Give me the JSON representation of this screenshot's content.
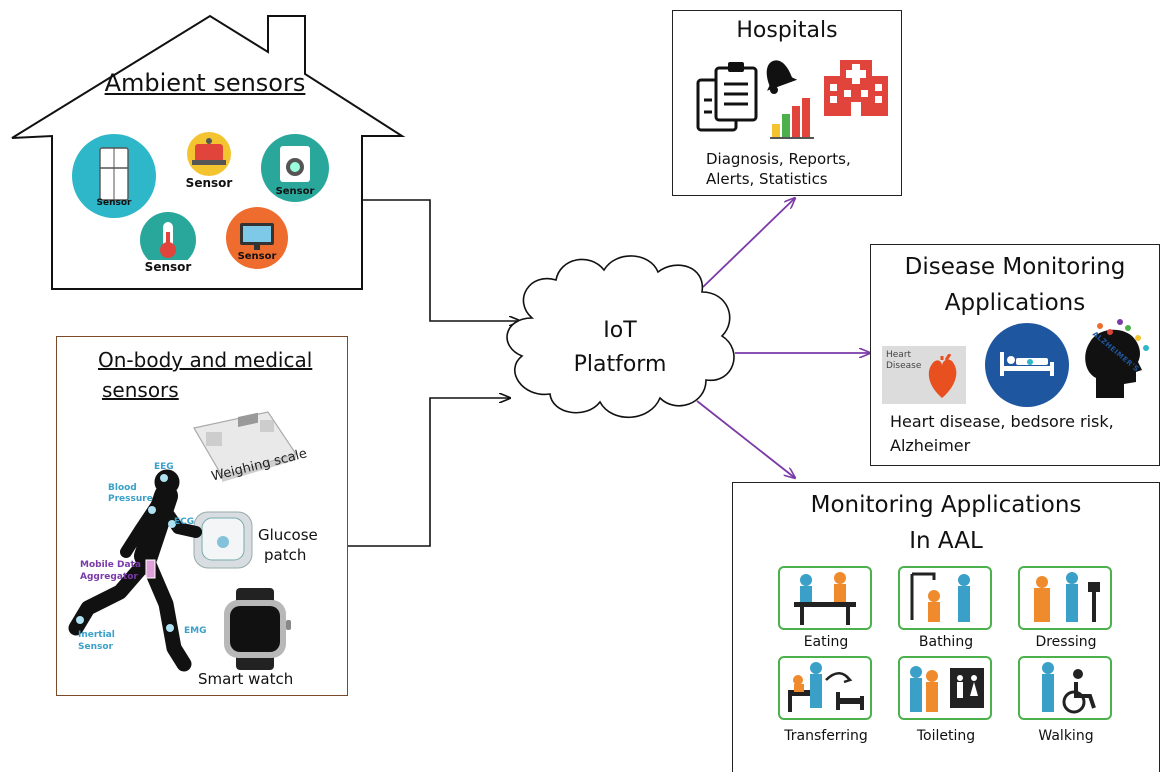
{
  "ambient": {
    "title": "Ambient sensors",
    "sensor_label": "Sensor",
    "sensors": [
      {
        "icon": "fridge-icon",
        "color": "#2db7c9"
      },
      {
        "icon": "alarm-bell-icon",
        "color": "#f4c430"
      },
      {
        "icon": "washing-machine-icon",
        "color": "#2aa79b"
      },
      {
        "icon": "thermometer-icon",
        "color": "#2aa79b"
      },
      {
        "icon": "monitor-icon",
        "color": "#ef6c2f"
      }
    ]
  },
  "onbody": {
    "title_line1": "On-body and medical",
    "title_line2": "sensors",
    "weighing_scale": "Weighing scale",
    "glucose_line1": "Glucose",
    "glucose_line2": "patch",
    "smart_watch": "Smart watch",
    "body_labels": {
      "eeg": "EEG",
      "blood1": "Blood",
      "blood2": "Pressure",
      "ecg": "ECG",
      "mobile1": "Mobile Data",
      "mobile2": "Aggregator",
      "inertial1": "Inertial",
      "inertial2": "Sensor",
      "emg": "EMG"
    }
  },
  "platform": {
    "line1": "IoT",
    "line2": "Platform"
  },
  "hospitals": {
    "title": "Hospitals",
    "desc_line1": "Diagnosis, Reports,",
    "desc_line2": "Alerts, Statistics"
  },
  "disease": {
    "title_line1": "Disease Monitoring",
    "title_line2": "Applications",
    "heart_line1": "Heart",
    "heart_line2": "Disease",
    "alz_text": "ALZHEIMER'S",
    "desc_line1": "Heart disease, bedsore risk,",
    "desc_line2": "Alzheimer"
  },
  "aal": {
    "title_line1": "Monitoring Applications",
    "title_line2": "In AAL",
    "activities": [
      "Eating",
      "Bathing",
      "Dressing",
      "Transferring",
      "Toileting",
      "Walking"
    ]
  },
  "colors": {
    "arrow_black": "#111111",
    "arrow_purple": "#7a3aa8",
    "green_tile": "#4cb04c",
    "hospital_red": "#e0443b"
  }
}
